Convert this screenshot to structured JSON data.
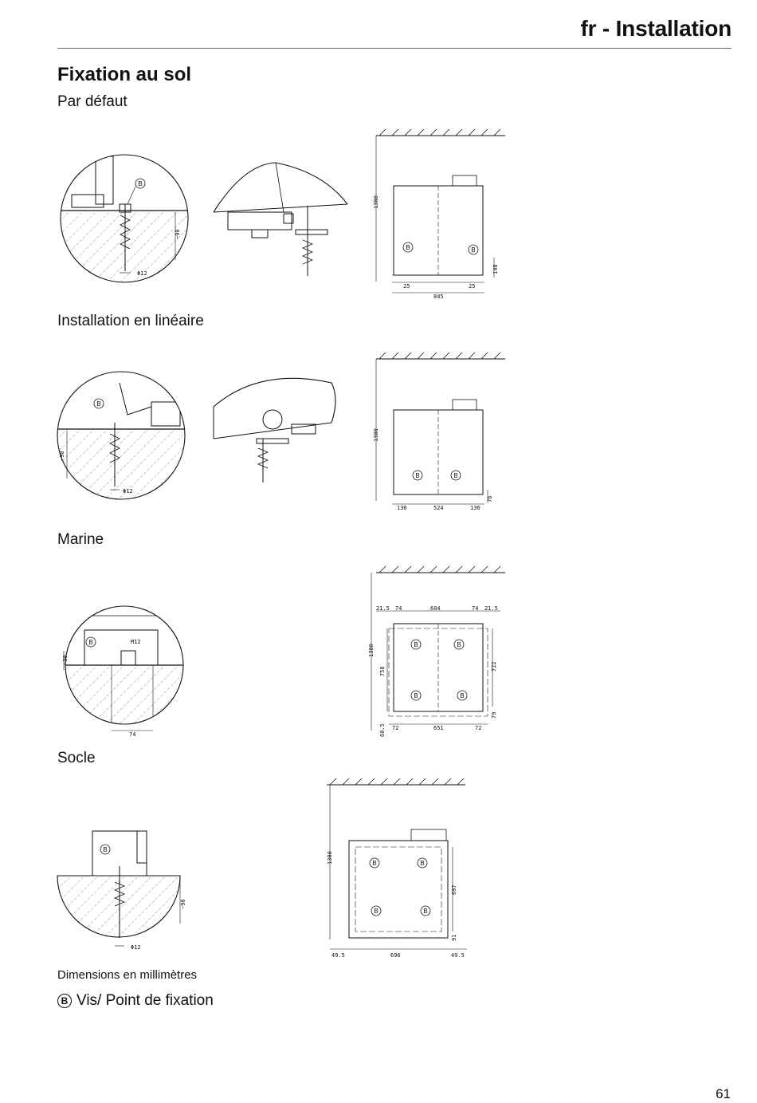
{
  "header": {
    "title": "fr - Installation"
  },
  "section": {
    "title": "Fixation au sol"
  },
  "subsections": {
    "default": "Par défaut",
    "linear": "Installation en linéaire",
    "marine": "Marine",
    "socle": "Socle"
  },
  "figures": {
    "b_label": "B",
    "default": {
      "depth": "~90",
      "dia": "Φ12",
      "height": "1300",
      "left": "25",
      "right": "25",
      "width": "845",
      "foot": "148"
    },
    "linear": {
      "depth": "~90",
      "dia": "Φ12",
      "height": "1300",
      "left": "136",
      "mid": "524",
      "right": "136",
      "foot": "76"
    },
    "marine": {
      "depth": "~30",
      "bolt": "M12",
      "base": "74",
      "height": "1300",
      "t1": "21.5",
      "t2": "74",
      "t3": "604",
      "t4": "74",
      "t5": "21.5",
      "inner_h": "758",
      "right_h": "722",
      "bottom_r": "79",
      "b_l": "60.5",
      "b1": "72",
      "b2": "651",
      "b3": "72"
    },
    "socle": {
      "depth": "~90",
      "dia": "Φ12",
      "height": "1300",
      "mid_h": "697",
      "foot": "91",
      "left": "49.5",
      "mid": "696",
      "right": "49.5"
    }
  },
  "footer": {
    "note": "Dimensions en millimètres",
    "legend_symbol": "B",
    "legend_text": "Vis/ Point de fixation",
    "page": "61"
  }
}
